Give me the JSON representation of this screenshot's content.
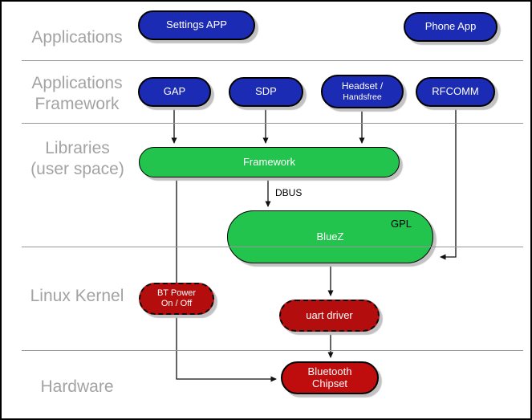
{
  "layers": [
    {
      "id": "applications",
      "label_lines": [
        "Applications",
        ""
      ]
    },
    {
      "id": "applications-framework",
      "label_lines": [
        "Applications",
        "Framework"
      ]
    },
    {
      "id": "libraries-user-space",
      "label_lines": [
        "Libraries",
        "(user space)"
      ]
    },
    {
      "id": "linux-kernel",
      "label_lines": [
        "Linux Kernel",
        ""
      ]
    },
    {
      "id": "hardware",
      "label_lines": [
        "Hardware",
        ""
      ]
    }
  ],
  "nodes": {
    "settings_app": {
      "label": "Settings APP"
    },
    "phone_app": {
      "label": "Phone App"
    },
    "gap": {
      "label": "GAP"
    },
    "sdp": {
      "label": "SDP"
    },
    "headset": {
      "label_lines": [
        "Headset /",
        "Handsfree"
      ]
    },
    "rfcomm": {
      "label": "RFCOMM"
    },
    "framework": {
      "label": "Framework"
    },
    "bluez": {
      "label": "BlueZ",
      "badge": "GPL"
    },
    "bt_power": {
      "label_lines": [
        "BT Power",
        "On / Off"
      ]
    },
    "uart_driver": {
      "label": "uart driver"
    },
    "bluetooth_chipset": {
      "label_lines": [
        "Bluetooth",
        "Chipset"
      ]
    }
  },
  "annotations": {
    "dbus_label": "DBUS"
  },
  "colors": {
    "app_pill_blue": "#1c2bb4",
    "userspace_pill_green": "#22c44e",
    "kernel_pill_red": "#b30d0d",
    "chipset_pill_red": "#bf0c0c",
    "layer_label_gray": "#a3a3a3",
    "divider_gray": "#979797",
    "pill_shadow_gray": "#c2c2c2",
    "wire_black": "#111111"
  }
}
